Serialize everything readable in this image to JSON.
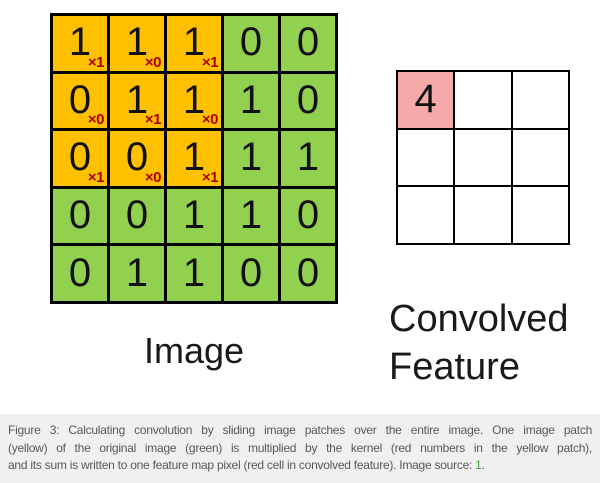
{
  "figure": {
    "image_grid": {
      "label": "Image",
      "rows": 5,
      "cols": 5,
      "cells": [
        [
          {
            "v": "1",
            "k": "×1",
            "patch": true
          },
          {
            "v": "1",
            "k": "×0",
            "patch": true
          },
          {
            "v": "1",
            "k": "×1",
            "patch": true
          },
          {
            "v": "0"
          },
          {
            "v": "0"
          }
        ],
        [
          {
            "v": "0",
            "k": "×0",
            "patch": true
          },
          {
            "v": "1",
            "k": "×1",
            "patch": true
          },
          {
            "v": "1",
            "k": "×0",
            "patch": true
          },
          {
            "v": "1"
          },
          {
            "v": "0"
          }
        ],
        [
          {
            "v": "0",
            "k": "×1",
            "patch": true
          },
          {
            "v": "0",
            "k": "×0",
            "patch": true
          },
          {
            "v": "1",
            "k": "×1",
            "patch": true
          },
          {
            "v": "1"
          },
          {
            "v": "1"
          }
        ],
        [
          {
            "v": "0"
          },
          {
            "v": "0"
          },
          {
            "v": "1"
          },
          {
            "v": "1"
          },
          {
            "v": "0"
          }
        ],
        [
          {
            "v": "0"
          },
          {
            "v": "1"
          },
          {
            "v": "1"
          },
          {
            "v": "0"
          },
          {
            "v": "0"
          }
        ]
      ],
      "kernel": [
        [
          "1",
          "0",
          "1"
        ],
        [
          "0",
          "1",
          "0"
        ],
        [
          "1",
          "0",
          "1"
        ]
      ]
    },
    "conv_grid": {
      "label_line1": "Convolved",
      "label_line2": "Feature",
      "rows": 3,
      "cols": 3,
      "cells": [
        [
          {
            "v": "4",
            "highlight": true
          },
          {
            "v": ""
          },
          {
            "v": ""
          }
        ],
        [
          {
            "v": ""
          },
          {
            "v": ""
          },
          {
            "v": ""
          }
        ],
        [
          {
            "v": ""
          },
          {
            "v": ""
          },
          {
            "v": ""
          }
        ]
      ]
    }
  },
  "caption": {
    "line1": "Figure 3: Calculating convolution by sliding image patches over the entire image. One image patch",
    "line2": "(yellow) of the original image (green) is multiplied by the kernel (red numbers in the yellow patch),",
    "line3_prefix": "and its sum is written to one feature map pixel (red cell in convolved feature). Image source: ",
    "link_text": "1",
    "line3_suffix": "."
  },
  "colors": {
    "patch-yellow": "#FFC000",
    "image-green": "#92D050",
    "feature-pink": "#F5A9A9",
    "kernel-red": "#B00000",
    "grid-line": "#000000",
    "caption-bg": "#F0F0F0",
    "caption-text": "#55585A",
    "link-green": "#45A049",
    "label-text": "#1A1A1A"
  }
}
